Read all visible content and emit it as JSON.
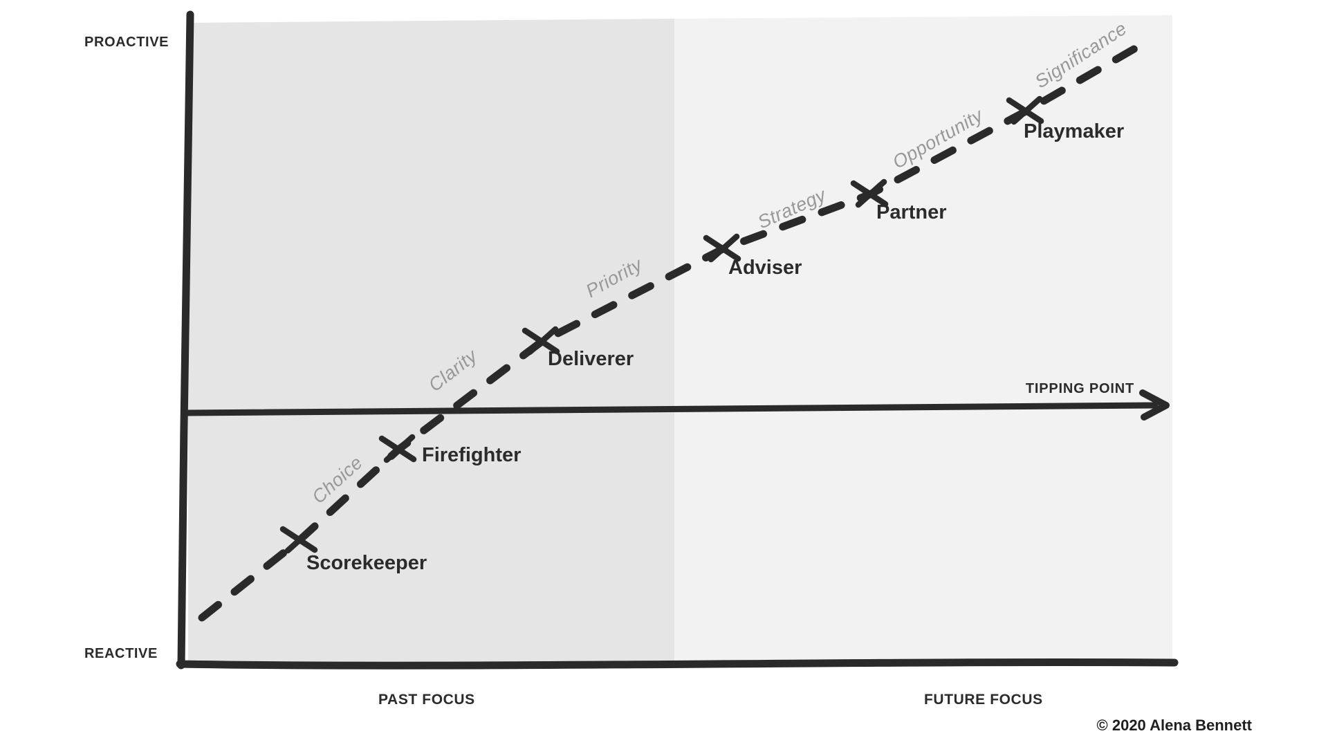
{
  "axes": {
    "y_top": "PROACTIVE",
    "y_bottom": "REACTIVE",
    "x_left": "PAST FOCUS",
    "x_right": "FUTURE FOCUS",
    "tipping": "TIPPING POINT"
  },
  "stages": [
    "Scorekeeper",
    "Firefighter",
    "Deliverer",
    "Adviser",
    "Partner",
    "Playmaker"
  ],
  "transitions": [
    "Choice",
    "Clarity",
    "Priority",
    "Strategy",
    "Opportunity",
    "Significance"
  ],
  "footer": {
    "copyright": "© 2020 Alena Bennett"
  },
  "colors": {
    "past_panel": "#e5e5e5",
    "future_panel": "#f2f2f2",
    "ink": "#2a2a2a",
    "muted_text": "#98989b",
    "background": "#ffffff"
  }
}
